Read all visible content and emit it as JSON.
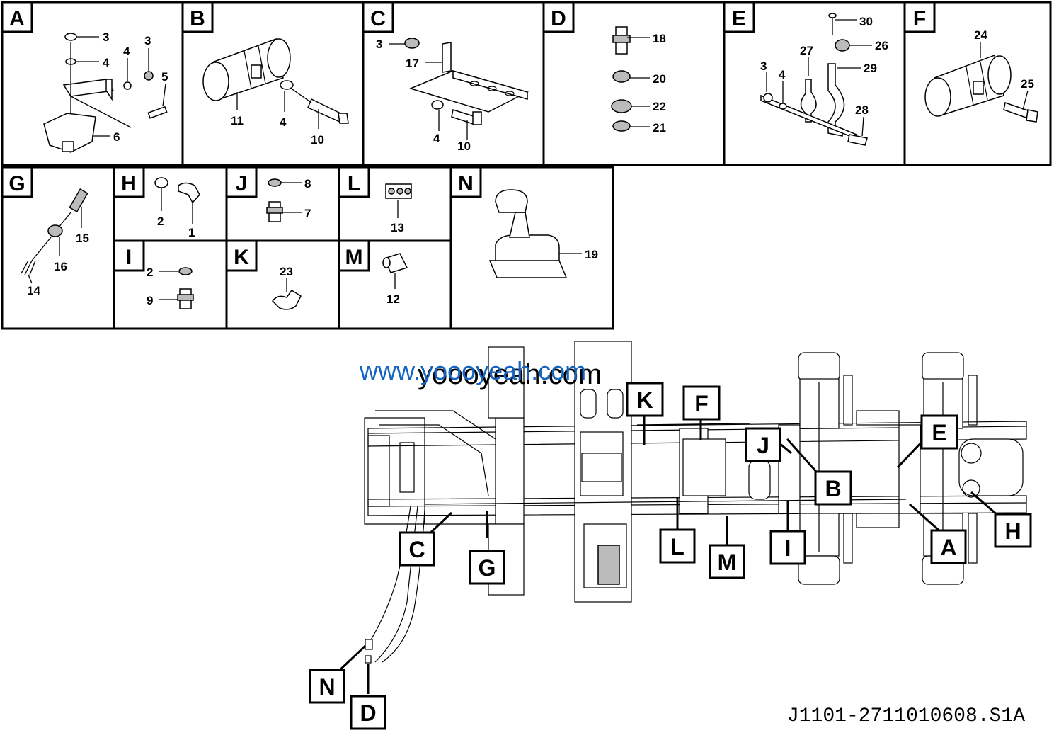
{
  "panels": [
    {
      "letter": "A",
      "callouts": [
        "3",
        "4",
        "4",
        "3",
        "5",
        "6"
      ]
    },
    {
      "letter": "B",
      "callouts": [
        "11",
        "4",
        "10"
      ]
    },
    {
      "letter": "C",
      "callouts": [
        "3",
        "17",
        "4",
        "10"
      ]
    },
    {
      "letter": "D",
      "callouts": [
        "18",
        "20",
        "22",
        "21"
      ]
    },
    {
      "letter": "E",
      "callouts": [
        "30",
        "26",
        "27",
        "29",
        "3",
        "4",
        "28"
      ]
    },
    {
      "letter": "F",
      "callouts": [
        "24",
        "25"
      ]
    },
    {
      "letter": "G",
      "callouts": [
        "15",
        "16",
        "14"
      ]
    },
    {
      "letter": "H",
      "callouts": [
        "2",
        "1"
      ]
    },
    {
      "letter": "J",
      "callouts": [
        "8",
        "7"
      ]
    },
    {
      "letter": "L",
      "callouts": [
        "13"
      ]
    },
    {
      "letter": "N",
      "callouts": [
        "19"
      ]
    },
    {
      "letter": "I",
      "callouts": [
        "2",
        "9"
      ]
    },
    {
      "letter": "K",
      "callouts": [
        "23"
      ]
    },
    {
      "letter": "M",
      "callouts": [
        "12"
      ]
    }
  ],
  "location_labels": [
    "K",
    "F",
    "J",
    "E",
    "B",
    "H",
    "A",
    "I",
    "M",
    "L",
    "G",
    "C",
    "N",
    "D"
  ],
  "watermark": {
    "primary": "www.yoooyeah.com",
    "secondary": "yoooyeah.com"
  },
  "drawing_number": "J1101-2711010608.S1A"
}
